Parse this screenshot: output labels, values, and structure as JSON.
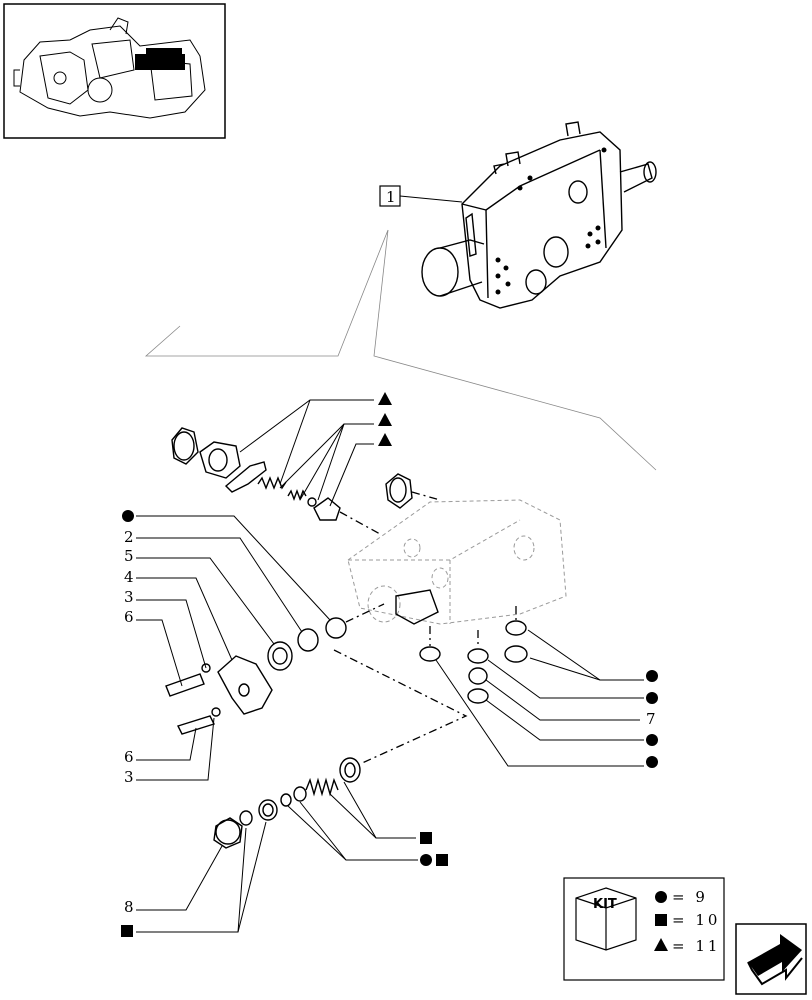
{
  "callout_main": "1",
  "callouts": {
    "c2": "2",
    "c5": "5",
    "c4": "4",
    "c3a": "3",
    "c6a": "6",
    "c6b": "6",
    "c3b": "3",
    "c7": "7",
    "c8": "8"
  },
  "kit": {
    "label": "KIT",
    "circle_value": "= 9",
    "square_value": "= 10",
    "triangle_value": "= 11"
  },
  "colors": {
    "ink": "#000000",
    "ghost": "#9a9a9a"
  },
  "icons": {
    "nav": "next-page-arrow-icon",
    "kit": "kit-box-icon"
  }
}
